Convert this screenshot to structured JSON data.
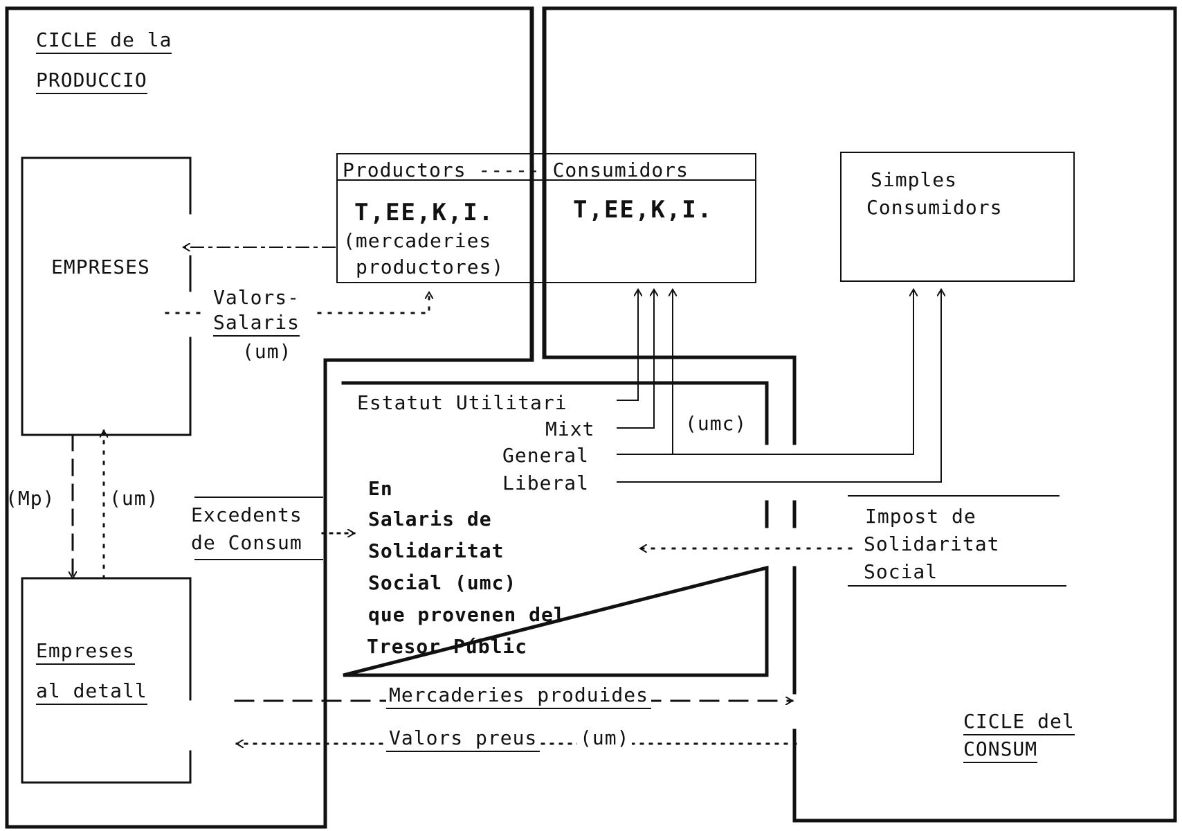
{
  "production_cycle": {
    "line1": "CICLE de la",
    "line2": "PRODUCCIO"
  },
  "consumption_cycle": {
    "line1": "CICLE del",
    "line2": "CONSUM"
  },
  "empreses": "EMPRESES",
  "retail": {
    "line1": "Empreses",
    "line2": "al detall"
  },
  "producers_box": {
    "header": "Productors ----- Consumidors",
    "left_code": "T,EE,K,I.",
    "left_note_1": "(mercaderies",
    "left_note_2": "productores)",
    "right_code": "T,EE,K,I."
  },
  "simple_consumers": {
    "line1": "Simples",
    "line2": "Consumidors"
  },
  "wages": {
    "line1": "Valors-",
    "line2": "Salaris",
    "line3": "(um)"
  },
  "mp_label": "(Mp)",
  "um_label": "(um)",
  "surplus": {
    "line1": "Excedents",
    "line2": "de Consum"
  },
  "statute": {
    "utilitari": "Estatut Utilitari",
    "mixt": "Mixt",
    "general": "General",
    "liberal": "Liberal",
    "umc": "(umc)"
  },
  "solidarity_wages": [
    "En",
    "Salaris de",
    "Solidaritat",
    "Social (umc)",
    "que provenen del",
    "Tresor Públic"
  ],
  "solidarity_tax": [
    "Impost de",
    "Solidaritat",
    "Social"
  ],
  "goods_flow": "Mercaderies produides",
  "price_flow": {
    "label": "Valors preus",
    "unit": "(um)"
  }
}
